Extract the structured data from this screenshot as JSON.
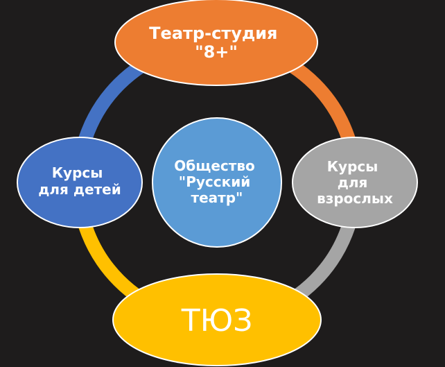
{
  "center": {
    "lines": [
      "Общество",
      "\"Русский",
      "театр\""
    ],
    "color": "#5b9bd5"
  },
  "nodes": {
    "top": {
      "lines": [
        "Театр-студия",
        "\"8+\""
      ],
      "color": "#ed7d31"
    },
    "right": {
      "lines": [
        "Курсы",
        "для",
        "взрослых"
      ],
      "color": "#a5a5a5"
    },
    "bottom": {
      "lines": [
        "ТЮЗ"
      ],
      "color": "#ffc000"
    },
    "left": {
      "lines": [
        "Курсы",
        "для детей"
      ],
      "color": "#4472c4"
    }
  },
  "ring_arcs": [
    {
      "from": "top",
      "to": "right",
      "color": "#ed7d31"
    },
    {
      "from": "right",
      "to": "bottom",
      "color": "#a5a5a5"
    },
    {
      "from": "bottom",
      "to": "left",
      "color": "#ffc000"
    },
    {
      "from": "left",
      "to": "top",
      "color": "#4472c4"
    }
  ],
  "background": "#1e1c1c"
}
